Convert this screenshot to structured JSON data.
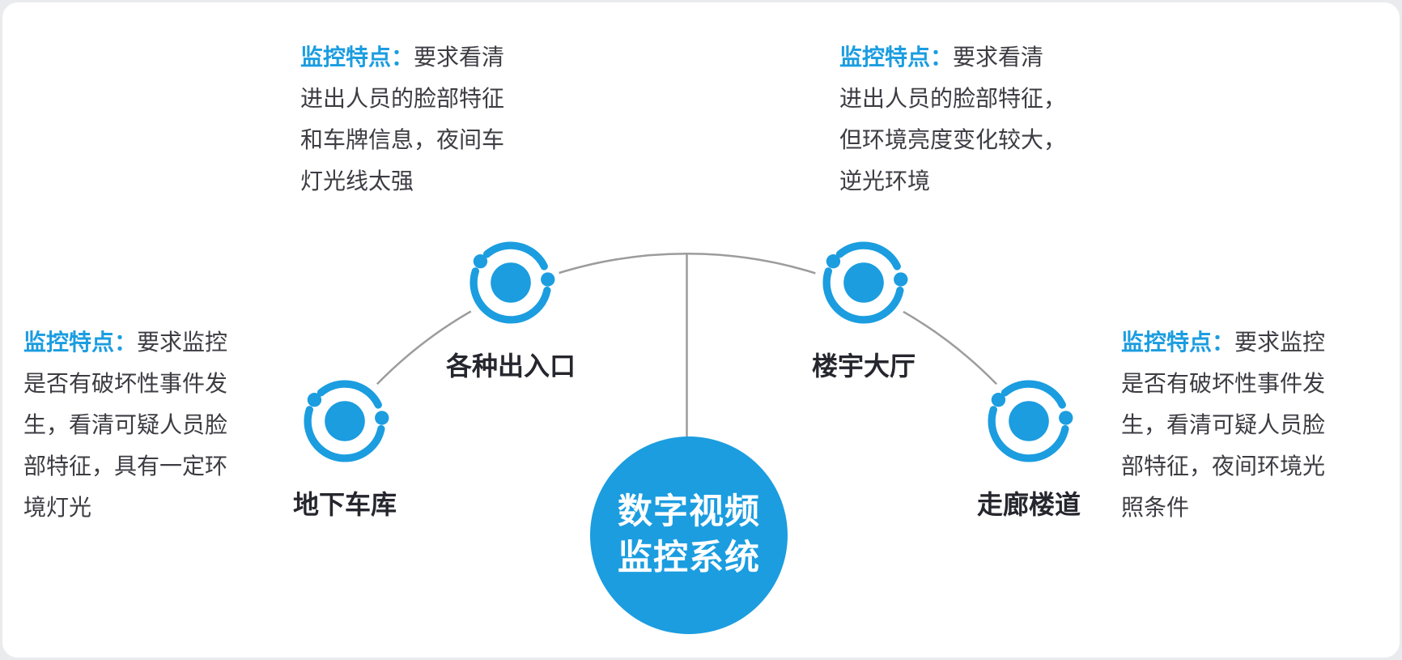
{
  "colors": {
    "accent": "#1B9DE0",
    "text": "#3C3C43",
    "label": "#26262E",
    "line": "#9C9C9C",
    "card_bg": "#FFFFFF"
  },
  "icons": {
    "node_icon": "orbit-icon"
  },
  "center": {
    "line1": "数字视频",
    "line2": "监控系统"
  },
  "nodes": [
    {
      "id": "underground-garage",
      "label": "地下车库"
    },
    {
      "id": "entrances",
      "label": "各种出入口"
    },
    {
      "id": "lobby",
      "label": "楼宇大厅"
    },
    {
      "id": "corridor",
      "label": "走廊楼道"
    }
  ],
  "notes": [
    {
      "prefix": "监控特点：",
      "text": "要求监控\n是否有破坏性事件发\n生，看清可疑人员脸\n部特征，具有一定环\n境灯光"
    },
    {
      "prefix": "监控特点：",
      "text": "要求看清\n进出人员的脸部特征\n和车牌信息，夜间车\n灯光线太强"
    },
    {
      "prefix": "监控特点：",
      "text": "要求看清\n进出人员的脸部特征，\n但环境亮度变化较大，\n逆光环境"
    },
    {
      "prefix": "监控特点：",
      "text": "要求监控\n是否有破坏性事件发\n生，看清可疑人员脸\n部特征，夜间环境光\n照条件"
    }
  ]
}
